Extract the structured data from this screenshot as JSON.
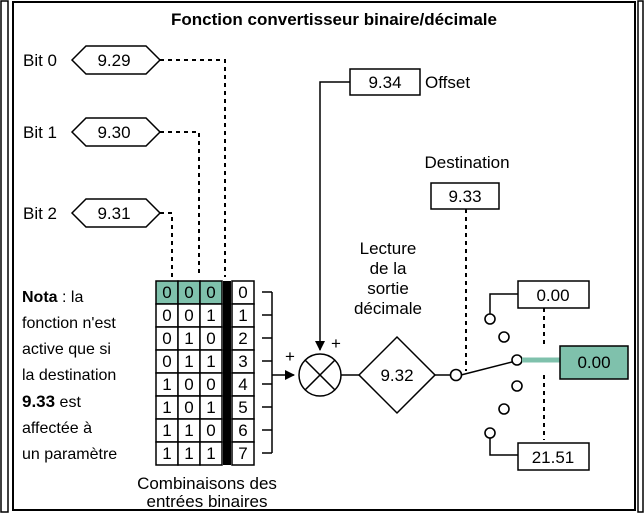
{
  "diagram": {
    "title": "Fonction convertisseur binaire/décimale",
    "bits": [
      {
        "label": "Bit 0",
        "param": "9.29"
      },
      {
        "label": "Bit 1",
        "param": "9.30"
      },
      {
        "label": "Bit 2",
        "param": "9.31"
      }
    ],
    "offset": {
      "param": "9.34",
      "label": "Offset"
    },
    "destination": {
      "label": "Destination",
      "param": "9.33"
    },
    "readout": {
      "lines": [
        "Lecture",
        "de la",
        "sortie",
        "décimale"
      ],
      "param": "9.32"
    },
    "sum_signs": [
      "+",
      "+"
    ],
    "selector": {
      "top_value": "0.00",
      "output_value": "0.00",
      "bottom_value": "21.51"
    },
    "note": {
      "bold_prefix": "Nota",
      "line1_rest": " : la",
      "line2": "fonction n'est",
      "line3": "active que si",
      "line4": "la destination",
      "line5_bold": "9.33",
      "line5_rest": " est",
      "line6": "affectée à",
      "line7": "un paramètre"
    },
    "truth_table": {
      "rows": [
        {
          "bits": [
            "0",
            "0",
            "0"
          ],
          "decimal": "0"
        },
        {
          "bits": [
            "0",
            "0",
            "1"
          ],
          "decimal": "1"
        },
        {
          "bits": [
            "0",
            "1",
            "0"
          ],
          "decimal": "2"
        },
        {
          "bits": [
            "0",
            "1",
            "1"
          ],
          "decimal": "3"
        },
        {
          "bits": [
            "1",
            "0",
            "0"
          ],
          "decimal": "4"
        },
        {
          "bits": [
            "1",
            "0",
            "1"
          ],
          "decimal": "5"
        },
        {
          "bits": [
            "1",
            "1",
            "0"
          ],
          "decimal": "6"
        },
        {
          "bits": [
            "1",
            "1",
            "1"
          ],
          "decimal": "7"
        }
      ],
      "caption_lines": [
        "Combinaisons des",
        "entrées binaires"
      ]
    },
    "colors": {
      "highlight": "#7fc1ac",
      "line": "#000000"
    }
  }
}
